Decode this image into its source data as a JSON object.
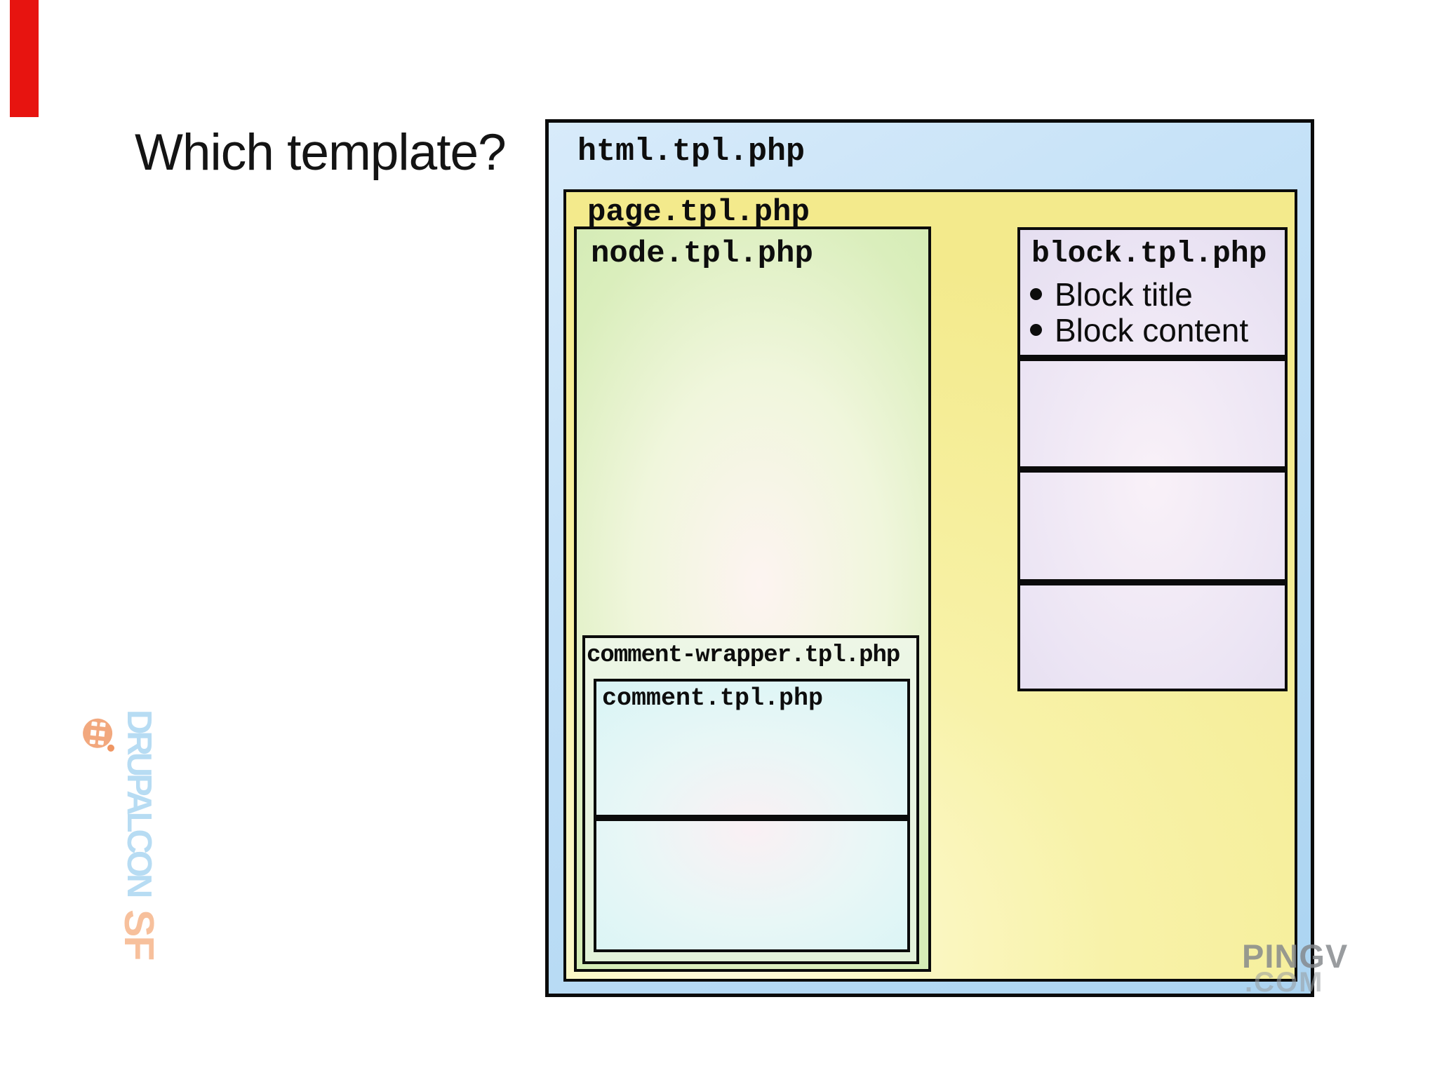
{
  "slide": {
    "title": "Which template?"
  },
  "diagram": {
    "html_box": {
      "label": "html.tpl.php"
    },
    "page_box": {
      "label": "page.tpl.php"
    },
    "node_box": {
      "label": "node.tpl.php"
    },
    "block_box": {
      "label": "block.tpl.php",
      "bullets": [
        "Block title",
        "Block content"
      ],
      "empty_section_count": 3
    },
    "comment_wrapper_box": {
      "label": "comment-wrapper.tpl.php"
    },
    "comment_box": {
      "label": "comment.tpl.php",
      "empty_section_count": 2
    }
  },
  "branding": {
    "conference": "DRUPALCON",
    "city": "SF"
  },
  "watermark": {
    "line1": "PINGV",
    "line2": ".COM"
  },
  "colors": {
    "accent_bar": "#e71410",
    "html_box_fill": "#bcdcf4",
    "page_box_fill": "#f7f09e",
    "node_box_fill": "#dceebf",
    "block_box_fill": "#e6e1f2",
    "comment_wrapper_fill": "#eaf5e3",
    "comment_box_fill": "#dcf4f5",
    "border": "#0b0b0b",
    "drupalcon_text": "#b7dcf3",
    "sf_text": "#f7c09c",
    "watermark_gray": "#83878b"
  }
}
